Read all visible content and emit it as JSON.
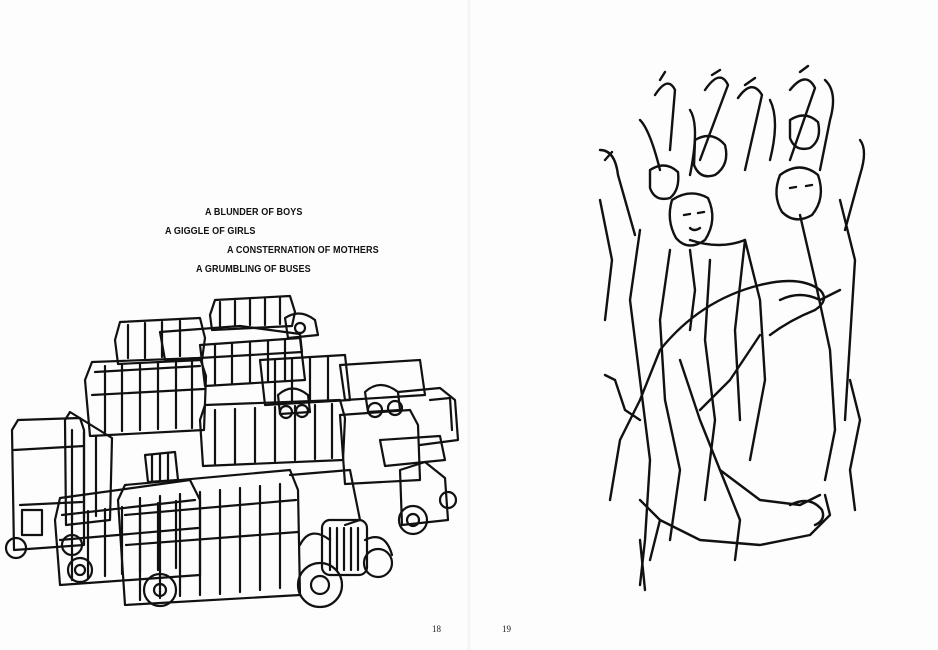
{
  "spread": {
    "verse_lines": [
      "A BLUNDER OF BOYS",
      "A GIGGLE OF GIRLS",
      "A CONSTERNATION OF MOTHERS",
      "A GRUMBLING OF BUSES"
    ],
    "page_numbers": {
      "left": "18",
      "right": "19"
    }
  },
  "illustrations": {
    "left": "buses-traffic-jam-drawing",
    "right": "crowd-of-boys-arms-raised-drawing"
  },
  "colors": {
    "ink": "#111111",
    "paper": "#fdfdfd"
  }
}
